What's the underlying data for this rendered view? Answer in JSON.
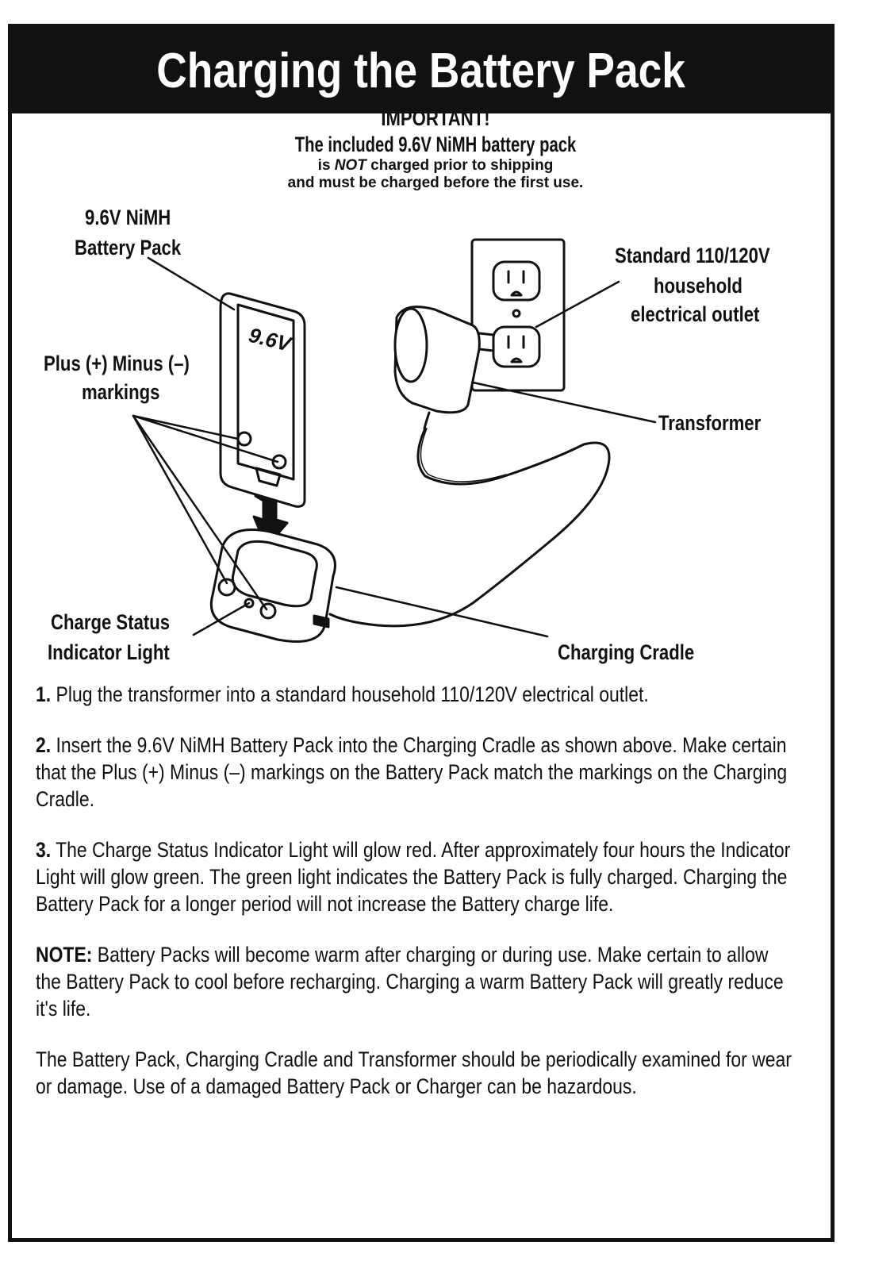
{
  "title": "Charging the Battery Pack",
  "important": {
    "heading": "IMPORTANT!",
    "line1": "The included 9.6V NiMH battery pack",
    "line2_prefix": "is ",
    "line2_emphasis": "NOT",
    "line2_suffix": " charged prior to shipping",
    "line3": "and must be charged before the first use."
  },
  "labels": {
    "battery_pack_line1": "9.6V NiMH",
    "battery_pack_line2": "Battery Pack",
    "markings_line1": "Plus (+) Minus (–)",
    "markings_line2": "markings",
    "outlet_line1": "Standard 110/120V",
    "outlet_line2": "household",
    "outlet_line3": "electrical outlet",
    "transformer": "Transformer",
    "indicator_line1": "Charge Status",
    "indicator_line2": "Indicator Light",
    "cradle": "Charging Cradle"
  },
  "illustration": {
    "battery_label": "9.6V"
  },
  "steps": [
    {
      "number": "1.",
      "text": "Plug the transformer into a standard household 110/120V electrical outlet."
    },
    {
      "number": "2.",
      "text": "Insert the 9.6V NiMH Battery Pack into the Charging Cradle as shown above. Make certain that the Plus (+) Minus (–) markings on the Battery Pack match the markings on the Charging Cradle."
    },
    {
      "number": "3.",
      "text": "The Charge Status Indicator Light will glow red. After approximately four hours the Indicator Light will glow green. The green light indicates the Battery Pack is fully charged. Charging the Battery Pack for a longer period will not increase the Battery charge life."
    },
    {
      "number": "NOTE:",
      "text": "Battery Packs will become warm after charging or during use. Make certain to allow the Battery Pack to cool before recharging. Charging a warm Battery Pack will greatly reduce it's life."
    },
    {
      "number": "",
      "text": "The Battery Pack, Charging Cradle and Transformer should be periodically examined for wear or damage. Use of a damaged Battery Pack or Charger can be hazardous."
    }
  ]
}
